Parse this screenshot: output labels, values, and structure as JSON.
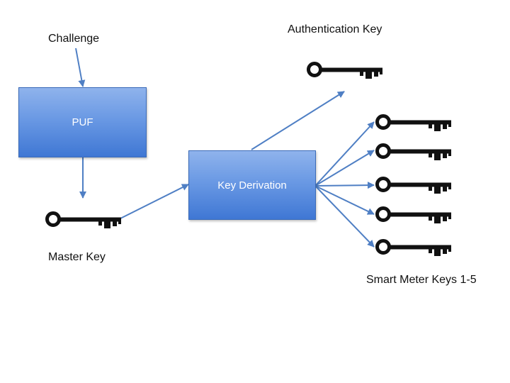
{
  "labels": {
    "challenge": "Challenge",
    "master_key": "Master Key",
    "authentication_key": "Authentication Key",
    "smart_meter_keys": "Smart Meter Keys 1-5"
  },
  "boxes": {
    "puf": "PUF",
    "key_derivation": "Key Derivation"
  },
  "colors": {
    "arrow": "#4f7fc4",
    "box_fill": "#5b8ede",
    "key": "#111111"
  },
  "icons": [
    "key-icon"
  ]
}
